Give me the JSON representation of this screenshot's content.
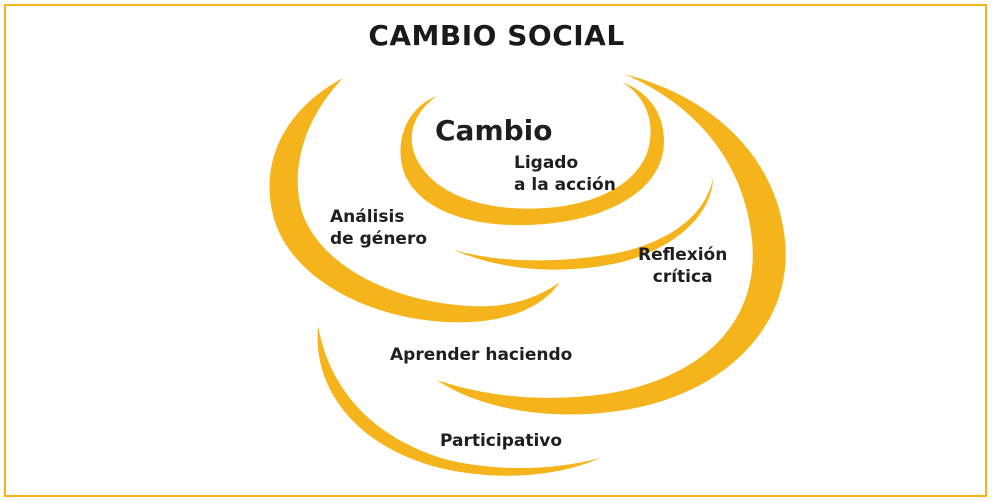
{
  "title": "CAMBIO SOCIAL",
  "labels": {
    "cambio": "Cambio",
    "ligado": "Ligado\na la acción",
    "analisis": "Análisis\nde género",
    "reflexion": "Reflexión\ncrítica",
    "aprender": "Aprender haciendo",
    "participativo": "Participativo"
  },
  "colors": {
    "accent": "#f5b41c",
    "text": "#1f1f1f",
    "border": "#f5b41c"
  }
}
